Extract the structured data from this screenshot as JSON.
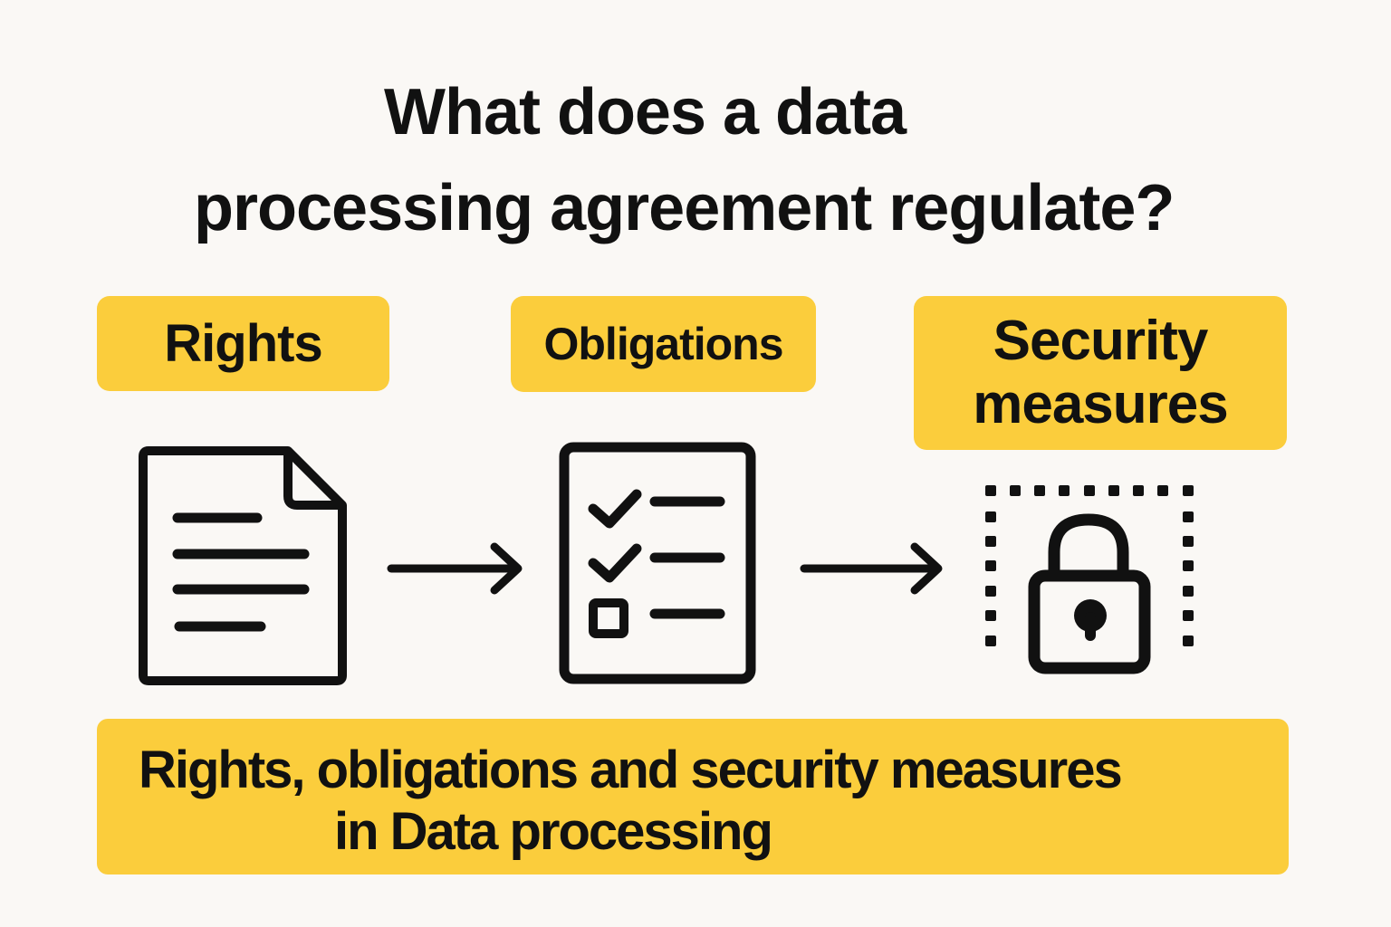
{
  "title": {
    "line1": "What does a data",
    "line2": "processing agreement regulate?"
  },
  "colors": {
    "background": "#faf8f5",
    "accent_yellow": "#fbcd3c",
    "ink": "#111111"
  },
  "steps": [
    {
      "label": "Rights",
      "icon": "document-icon"
    },
    {
      "label": "Obligations",
      "icon": "checklist-icon"
    },
    {
      "label_line1": "Security",
      "label_line2": "measures",
      "icon": "padlock-icon"
    }
  ],
  "checklist": {
    "items": [
      {
        "state": "checked"
      },
      {
        "state": "checked"
      },
      {
        "state": "unchecked"
      }
    ]
  },
  "summary": {
    "line1": "Rights, obligations and security measures",
    "line2": "in Data processing"
  }
}
